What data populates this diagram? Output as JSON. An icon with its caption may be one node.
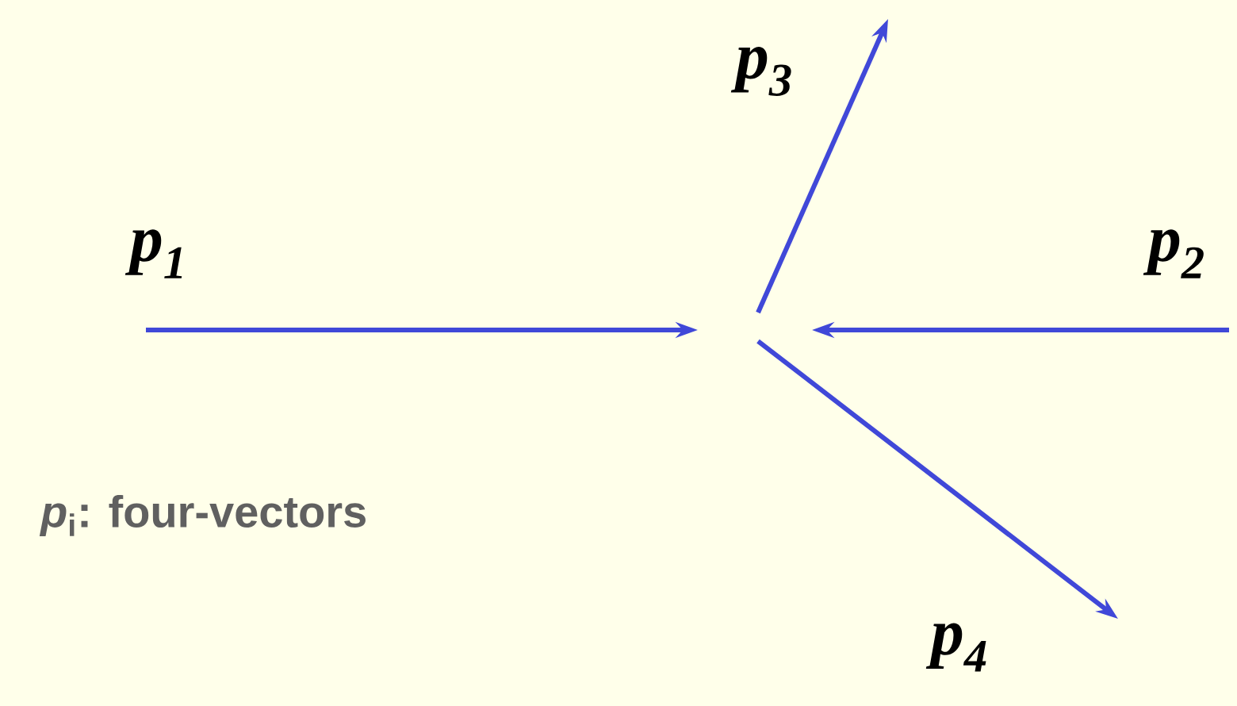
{
  "diagram": {
    "labels": [
      "p$_{3}$",
      "p$_{1}$",
      "p$_{2}$",
      "*p*$_{i}$: four-vectors",
      "p$_{4}$"
    ]
  }
}
